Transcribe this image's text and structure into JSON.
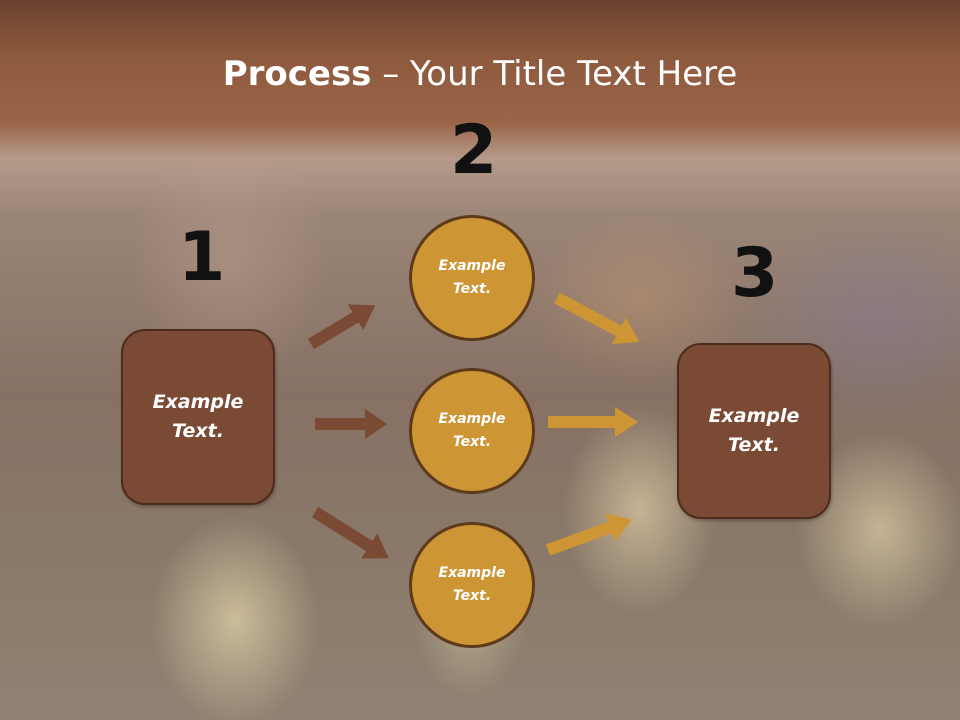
{
  "slide": {
    "title_bold": "Process",
    "title_rest": " – Your Title Text Here",
    "numbers": [
      "1",
      "2",
      "3"
    ],
    "left_box": {
      "line1": "Example",
      "line2": "Text."
    },
    "right_box": {
      "line1": "Example",
      "line2": "Text."
    },
    "circles": [
      {
        "line1": "Example",
        "line2": "Text."
      },
      {
        "line1": "Example",
        "line2": "Text."
      },
      {
        "line1": "Example",
        "line2": "Text."
      }
    ]
  },
  "colors": {
    "box_fill": "#7a4a34",
    "circle_fill": "#cd9534",
    "left_arrows": "#7a4a34",
    "right_arrows": "#cd9534"
  }
}
